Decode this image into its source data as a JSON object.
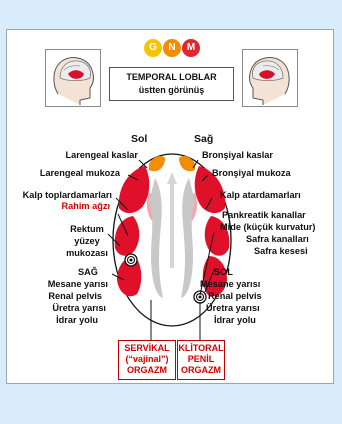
{
  "logo": {
    "letters": [
      "G",
      "N",
      "M"
    ],
    "colors": [
      "#f6c400",
      "#f28c00",
      "#e2262c"
    ]
  },
  "title": {
    "line1": "TEMPORAL LOBLAR",
    "line2": "üstten görünüş"
  },
  "sides": {
    "left": "Sol",
    "right": "Sağ"
  },
  "left_labels": {
    "larengeal_kaslar": "Larengeal kaslar",
    "larengeal_mukoza": "Larengeal mukoza",
    "kalp_toplardamarlari": "Kalp toplardamarları",
    "rahim_agzi": "Rahim ağzı",
    "rektum": "Rektum",
    "yuzey": "yüzey",
    "mukozasi": "mukozası",
    "sag": "SAĞ",
    "mesane": "Mesane yarısı",
    "renal": "Renal pelvis",
    "uretra": "Üretra yarısı",
    "idrar": "İdrar yolu"
  },
  "right_labels": {
    "bronsiyal_kaslar": "Bronşiyal kaslar",
    "bronsiyal_mukoza": "Bronşiyal mukoza",
    "kalp_atardamarlari": "Kalp atardamarları",
    "pankreatik": "Pankreatik kanallar",
    "mide": "Mide (küçük kurvatur)",
    "safra_kanallari": "Safra kanalları",
    "safra_kesesi": "Safra kesesi",
    "sol": "SOL",
    "mesane": "Mesane yarısı",
    "renal": "Renal pelvis",
    "uretra": "Üretra yarısı",
    "idrar": "İdrar yolu"
  },
  "boxes": {
    "servikal": [
      "SERVİKAL",
      "(“vajinal”)",
      "ORGAZM"
    ],
    "klitoral": [
      "KLİTORAL",
      "PENİL",
      "ORGAZM"
    ]
  },
  "colors": {
    "accent_red": "#d40000",
    "brain_red": "#e0102a",
    "brain_pink": "#f2a7b2"
  }
}
